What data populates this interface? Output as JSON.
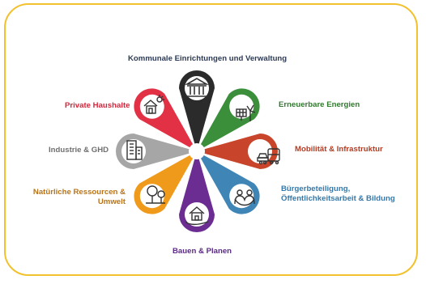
{
  "segments": [
    {
      "id": "kommunal",
      "label": "Kommunale Einrichtungen und Verwaltung",
      "color": "#2b2b2b",
      "label_color": "#2b3a57",
      "icon": "government-building-icon"
    },
    {
      "id": "energie",
      "label": "Erneuerbare Energien",
      "color": "#3c8f3a",
      "label_color": "#2f7a2c",
      "icon": "solar-panel-wind-turbine-icon"
    },
    {
      "id": "mobilitaet",
      "label": "Mobilität & Infrastruktur",
      "color": "#c8442a",
      "label_color": "#b23b22",
      "icon": "electric-car-bus-icon"
    },
    {
      "id": "buerger",
      "label_lines": [
        "Bürgerbeteiligung,",
        "Öffentlichkeitsarbeit & Bildung"
      ],
      "color": "#3f86b6",
      "label_color": "#3578a8",
      "icon": "handshake-people-icon"
    },
    {
      "id": "bauen",
      "label": "Bauen & Planen",
      "color": "#6b2d91",
      "label_color": "#5b2a86",
      "icon": "house-in-hand-icon"
    },
    {
      "id": "natur",
      "label_lines": [
        "Natürliche Ressourcen &",
        "Umwelt"
      ],
      "color": "#ef9a1a",
      "label_color": "#b8741a",
      "icon": "trees-icon"
    },
    {
      "id": "industrie",
      "label": "Industrie & GHD",
      "color": "#a6a6a6",
      "label_color": "#6f6f6f",
      "icon": "office-building-icon"
    },
    {
      "id": "privat",
      "label": "Private Haushalte",
      "color": "#e23044",
      "label_color": "#d8243a",
      "icon": "house-sun-icon"
    }
  ],
  "colors": {
    "frame": "#f2c12e",
    "icon_circle": "#ffffff",
    "icon_stroke": "#333333"
  }
}
